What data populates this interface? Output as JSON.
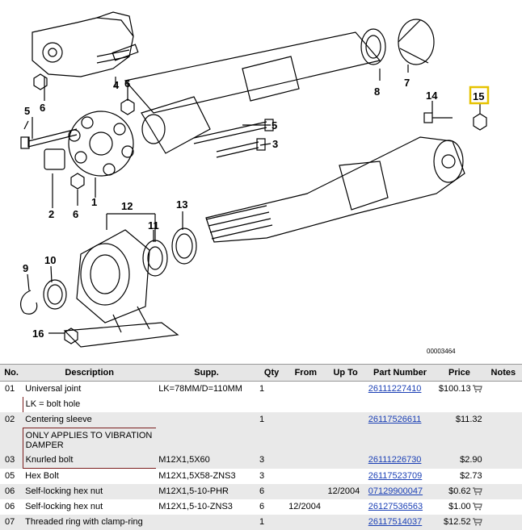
{
  "diagram": {
    "id_label": "00003464",
    "callouts": [
      "1",
      "2",
      "3",
      "4",
      "5",
      "5",
      "6",
      "6",
      "6",
      "7",
      "8",
      "9",
      "10",
      "11",
      "12",
      "13",
      "14",
      "15",
      "16"
    ],
    "highlight_color": "#e6c200"
  },
  "table": {
    "headers": [
      "No.",
      "Description",
      "Supp.",
      "Qty",
      "From",
      "Up To",
      "Part Number",
      "Price",
      "Notes"
    ],
    "rows": [
      {
        "no": "01",
        "desc": "Universal joint",
        "supp": "LK=78MM/D=110MM",
        "qty": "1",
        "from": "",
        "upto": "",
        "pn": "26111227410",
        "price": "$100.13",
        "cart": true
      },
      {
        "no": "",
        "desc": "LK = bolt hole",
        "supp": "",
        "qty": "",
        "from": "",
        "upto": "",
        "pn": "",
        "price": "",
        "cart": false
      },
      {
        "no": "02",
        "desc": "Centering sleeve",
        "supp": "",
        "qty": "1",
        "from": "",
        "upto": "",
        "pn": "26117526611",
        "price": "$11.32",
        "cart": false
      },
      {
        "no": "",
        "desc": "ONLY APPLIES TO VIBRATION DAMPER",
        "supp": "",
        "qty": "",
        "from": "",
        "upto": "",
        "pn": "",
        "price": "",
        "cart": false
      },
      {
        "no": "03",
        "desc": "Knurled bolt",
        "supp": "M12X1,5X60",
        "qty": "3",
        "from": "",
        "upto": "",
        "pn": "26111226730",
        "price": "$2.90",
        "cart": false
      },
      {
        "no": "05",
        "desc": "Hex Bolt",
        "supp": "M12X1,5X58-ZNS3",
        "qty": "3",
        "from": "",
        "upto": "",
        "pn": "26117523709",
        "price": "$2.73",
        "cart": false
      },
      {
        "no": "06",
        "desc": "Self-locking hex nut",
        "supp": "M12X1,5-10-PHR",
        "qty": "6",
        "from": "",
        "upto": "12/2004",
        "pn": "07129900047",
        "price": "$0.62",
        "cart": true
      },
      {
        "no": "06",
        "desc": "Self-locking hex nut",
        "supp": "M12X1,5-10-ZNS3",
        "qty": "6",
        "from": "12/2004",
        "upto": "",
        "pn": "26127536563",
        "price": "$1.00",
        "cart": true
      },
      {
        "no": "07",
        "desc": "Threaded ring with clamp-ring",
        "supp": "",
        "qty": "1",
        "from": "",
        "upto": "",
        "pn": "26117514037",
        "price": "$12.52",
        "cart": true
      }
    ]
  }
}
